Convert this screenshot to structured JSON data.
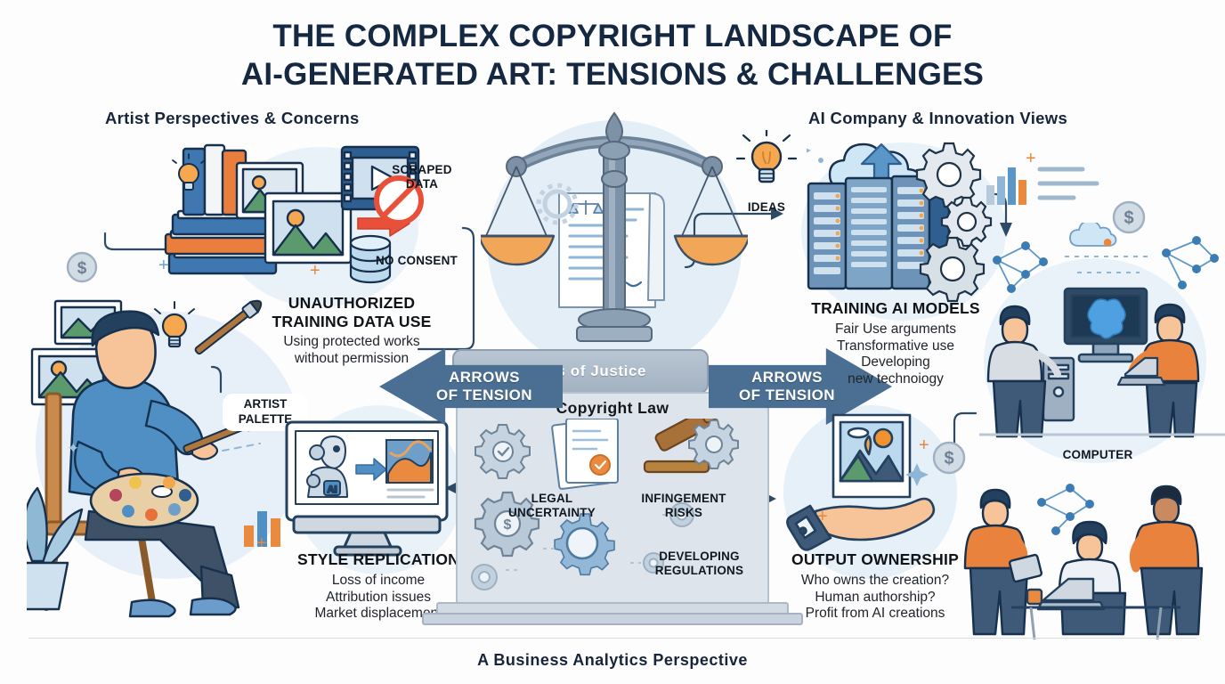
{
  "title": {
    "line1": "The Complex Copyright Landscape of",
    "line2": "AI-Generated Art: Tensions & Challenges"
  },
  "footer": {
    "text": "A Business Analytics Perspective"
  },
  "sections": {
    "left_header": "Artist Perspectives & Concerns",
    "right_header": "AI Company & Innovation Views"
  },
  "center": {
    "cap_label": "Scales of Justice",
    "pedestal_label": "Copyright Law",
    "arrow_left": "Arrows\nof Tension",
    "arrow_left_l1": "ARROWS",
    "arrow_left_l2": "OF TENSION",
    "arrow_right_l1": "ARROWS",
    "arrow_right_l2": "OF TENSION",
    "gear_labels": {
      "legal_uncertainty_l1": "LEGAL",
      "legal_uncertainty_l2": "UNCERTAINTY",
      "infringement_l1": "INFINGEMENT",
      "infringement_l2": "RISKS",
      "regulations_l1": "DEVELOPING",
      "regulations_l2": "REGULATIONS"
    }
  },
  "quadrants": [
    {
      "id": "unauthorized-training-data-use",
      "heading_l1": "UNAUTHORIZED",
      "heading_l2": "TRAINING DATA USE",
      "lines": [
        "Using protected works",
        "without permission"
      ]
    },
    {
      "id": "training-ai-models",
      "heading_l1": "TRAINING AI MODELS",
      "heading_l2": "",
      "lines": [
        "Fair Use arguments",
        "Transformative use",
        "Developing",
        "new technoiogy"
      ]
    },
    {
      "id": "style-replication",
      "heading_l1": "STYLE REPLICATION",
      "heading_l2": "",
      "lines": [
        "Loss of income",
        "Attribution issues",
        "Market displacement"
      ]
    },
    {
      "id": "output-ownership",
      "heading_l1": "OUTPUT OWNERSHIP",
      "heading_l2": "",
      "lines": [
        "Who owns the creation?",
        "Human authorship?",
        "Profit from AI creations"
      ]
    }
  ],
  "callouts": {
    "scraped_data_l1": "SCRAPED",
    "scraped_data_l2": "DATA",
    "no_consent": "NO CONSENT",
    "artist_palette_l1": "ARTIST",
    "artist_palette_l2": "PALETTE",
    "ideas": "IDEAS",
    "computer": "COMPUTER"
  },
  "icons": {
    "scales": "scales-of-justice-icon",
    "gavel": "gavel-icon",
    "gear": "gear-icon",
    "lightbulb": "lightbulb-icon",
    "books": "books-stack-icon",
    "filmstrip": "film-strip-icon",
    "database": "database-cylinder-icon",
    "prohibition": "no-entry-icon",
    "server": "server-rack-icon",
    "cloud_upload": "cloud-upload-icon",
    "neural_net": "neural-network-icon",
    "coin": "dollar-coin-icon",
    "hand_holding_image": "hand-holding-photo-icon",
    "robot": "robot-icon",
    "monitor": "desktop-monitor-icon",
    "artist": "seated-artist-illustration",
    "plant": "potted-plant-icon",
    "palette": "paint-palette-icon",
    "paintbrush": "paintbrush-icon",
    "document": "legal-document-icon",
    "bar_chart": "bar-chart-icon"
  },
  "colors": {
    "ink": "#152842",
    "steel_blue": "#4a6f92",
    "orange": "#f0a04b",
    "red": "#e8503a",
    "pale_blue": "#e7f0f8",
    "slate": "#dfe6ee",
    "line": "#2c4a66"
  }
}
